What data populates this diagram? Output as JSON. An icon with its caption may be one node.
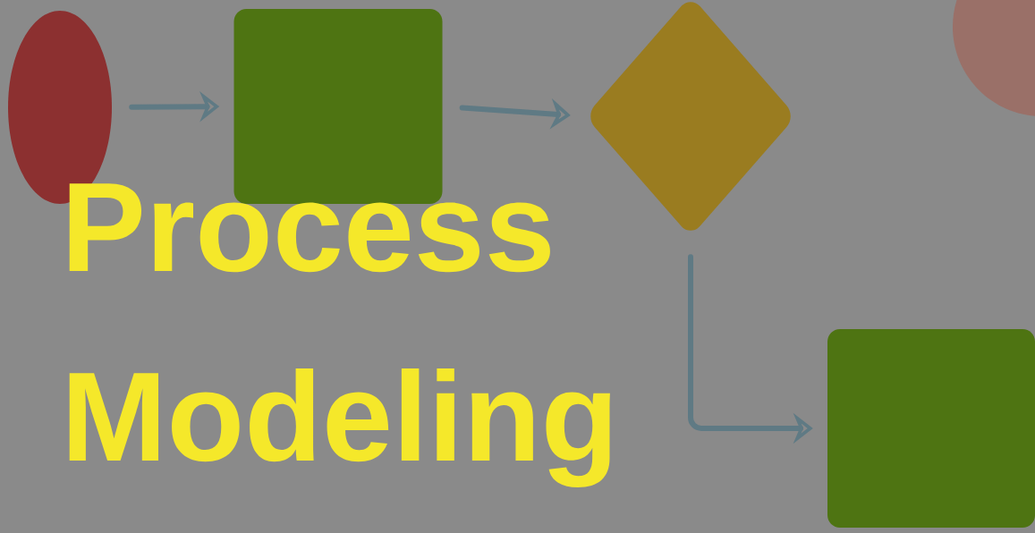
{
  "diagram": {
    "title": "Process Modeling",
    "nodes": [
      {
        "text": [],
        "shape": "ellipse"
      },
      {
        "text": [],
        "shape": "box"
      },
      {
        "text": [],
        "shape": "diamond"
      },
      {
        "text": [],
        "shape": "box"
      },
      {
        "text": [],
        "shape": "circle"
      }
    ],
    "edges": [
      {
        "from": 0,
        "to": 1,
        "arrow": "to"
      },
      {
        "from": 1,
        "to": 2,
        "arrow": "to"
      },
      {
        "from": 2,
        "to": 3,
        "arrow": "to"
      }
    ]
  }
}
